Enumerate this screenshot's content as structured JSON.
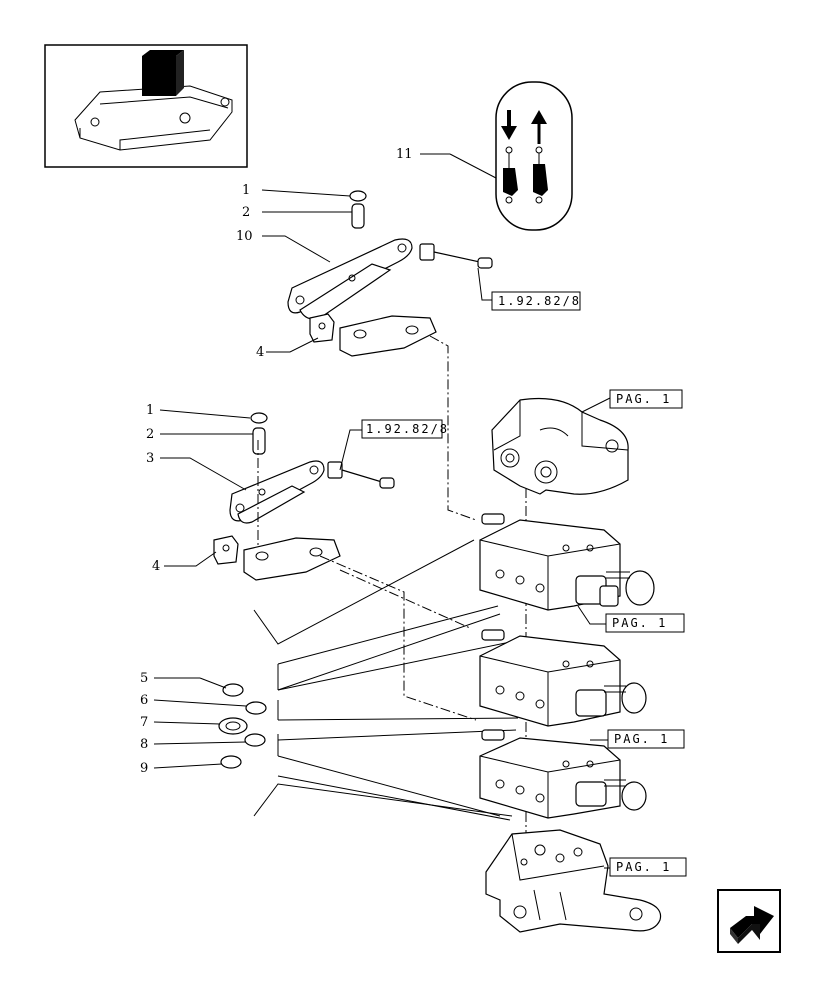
{
  "callouts": {
    "c1a": "1",
    "c2a": "2",
    "c10": "10",
    "c4a": "4",
    "c11": "11",
    "c1b": "1",
    "c2b": "2",
    "c3": "3",
    "c4b": "4",
    "c5": "5",
    "c6": "6",
    "c7": "7",
    "c8": "8",
    "c9": "9"
  },
  "references": {
    "ref_upper": "1.92.82/8",
    "ref_lower": "1.92.82/8",
    "pag_1": "PAG. 1",
    "pag_2": "PAG. 1",
    "pag_3": "PAG. 1",
    "pag_4": "PAG. 1"
  },
  "icons": {
    "thumbnail": "assembly-thumbnail-icon",
    "lift_symbol": "lift-lower-raise-icon",
    "next_page": "next-page-arrow-icon"
  }
}
